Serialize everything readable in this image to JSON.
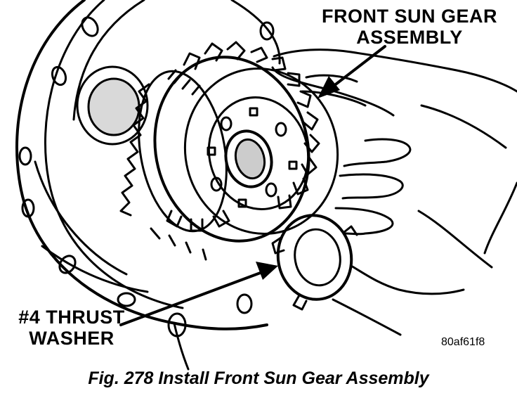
{
  "labels": {
    "front_sun_gear_line1": "FRONT SUN GEAR",
    "front_sun_gear_line2": "ASSEMBLY",
    "thrust_washer_line1": "#4 THRUST",
    "thrust_washer_line2": "WASHER"
  },
  "reference_code": "80af61f8",
  "caption": "Fig. 278 Install Front Sun Gear Assembly",
  "colors": {
    "ink": "#000000",
    "paper": "#ffffff"
  }
}
